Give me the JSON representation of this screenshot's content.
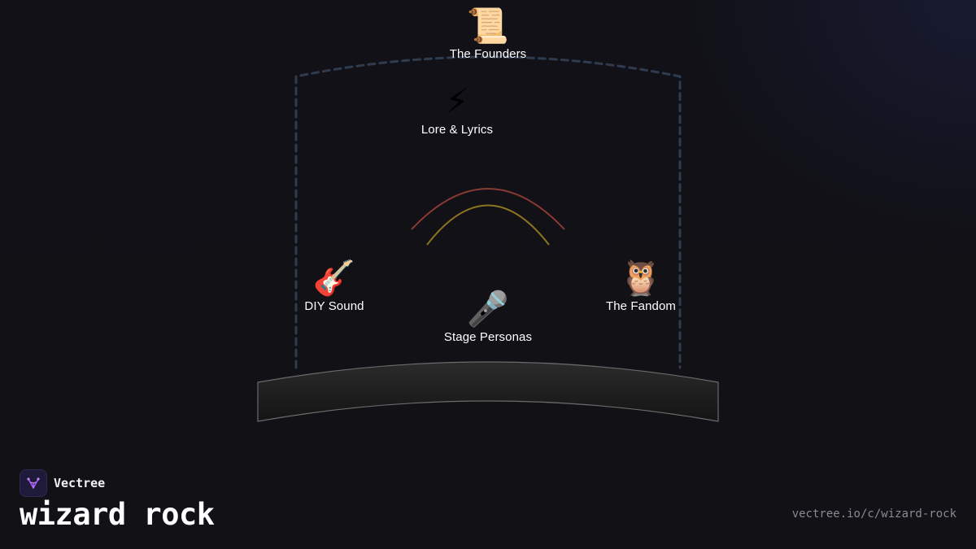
{
  "diagram": {
    "nodes": [
      {
        "id": "founders",
        "label": "The Founders",
        "icon": "scroll-icon",
        "glyph": "📜"
      },
      {
        "id": "lore",
        "label": "Lore & Lyrics",
        "icon": "lightning-icon",
        "glyph": "⚡"
      },
      {
        "id": "diy",
        "label": "DIY Sound",
        "icon": "guitar-icon",
        "glyph": "🎸"
      },
      {
        "id": "stage",
        "label": "Stage Personas",
        "icon": "microphone-icon",
        "glyph": "🎤"
      },
      {
        "id": "fandom",
        "label": "The Fandom",
        "icon": "owl-icon",
        "glyph": "🦉"
      }
    ],
    "colors": {
      "frame_dashed": "#2f3b4e",
      "arc_red": "#8a3a34",
      "arc_gold": "#8c7420",
      "stage_fill_top": "#2a2a2a",
      "stage_fill_bottom": "#131313",
      "stage_stroke": "#6b6b6b"
    }
  },
  "brand": {
    "name": "Vectree",
    "icon": "vectree-logo-icon",
    "accent": "#a855f7"
  },
  "title": "wizard rock",
  "url": "vectree.io/c/wizard-rock"
}
